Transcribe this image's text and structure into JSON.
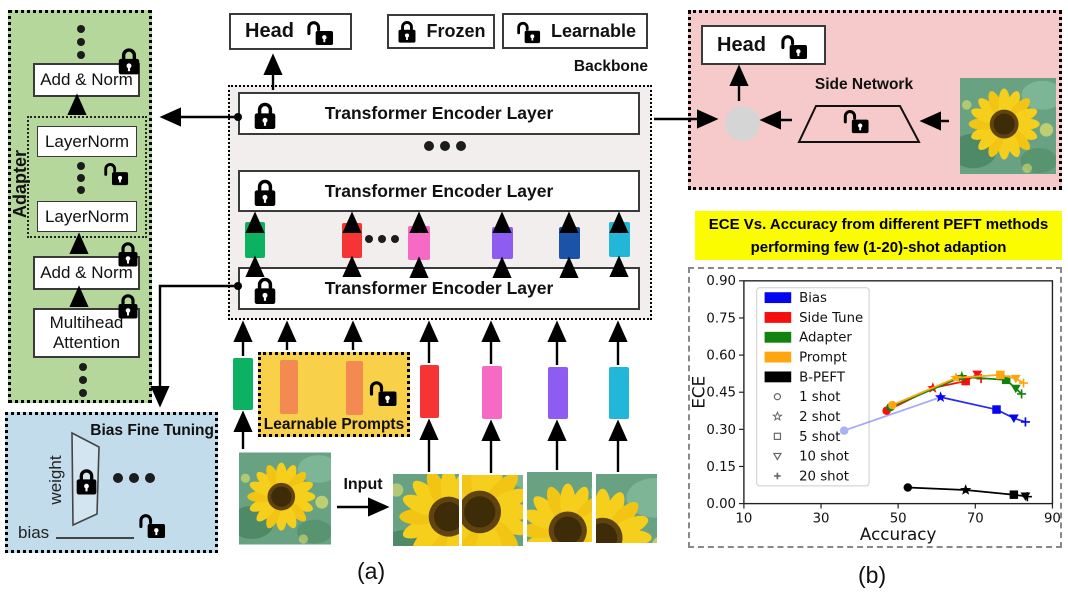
{
  "figure": {
    "caption_a": "(a)",
    "caption_b": "(b)"
  },
  "adapter_panel": {
    "title": "Adapter",
    "add_norm_top": "Add & Norm",
    "layernorm_top": "LayerNorm",
    "layernorm_bottom": "LayerNorm",
    "add_norm_bottom": "Add & Norm",
    "multihead_attention": "Multihead Attention"
  },
  "bias_panel": {
    "title": "Bias Fine Tuning",
    "weight_label": "weight",
    "bias_label": "bias"
  },
  "key": {
    "frozen": "Frozen",
    "learnable": "Learnable"
  },
  "backbone": {
    "label": "Backbone",
    "head": "Head",
    "encoder_layers": [
      "Transformer Encoder Layer",
      "Transformer Encoder Layer",
      "Transformer Encoder Layer"
    ],
    "prompts_label": "Learnable Prompts",
    "input_label": "Input"
  },
  "side_panel": {
    "head": "Head",
    "network_label": "Side Network"
  },
  "banner": {
    "line1": "ECE Vs. Accuracy from different PEFT methods",
    "line2": "performing few (1-20)-shot adaption"
  },
  "colors": {
    "adapter_panel_bg": "#b5d79c",
    "bias_panel_bg": "#c3dcec",
    "side_panel_bg": "#f6caca",
    "backbone_bg": "#f2eeee",
    "prompts_box_bg": "#f8d04a",
    "prompt_token": "#f28a52",
    "banner_bg": "#fcfc00",
    "merge_node": "#d5d5d5",
    "token_colors": [
      "#0cb261",
      "#f63434",
      "#f669c5",
      "#8f5cf2",
      "#1b53a8",
      "#22b7d9"
    ]
  },
  "chart_data": {
    "type": "line",
    "xlabel": "Accuracy",
    "ylabel": "ECE",
    "xlim": [
      10,
      90
    ],
    "ylim": [
      0,
      0.9
    ],
    "xticks": [
      10,
      30,
      50,
      70,
      90
    ],
    "yticks": [
      0,
      0.15,
      0.3,
      0.45,
      0.6,
      0.75,
      0.9
    ],
    "grid": false,
    "legend_position": "upper left",
    "shots": [
      "1 shot",
      "2 shot",
      "5 shot",
      "10 shot",
      "20 shot"
    ],
    "shot_marker_shapes": [
      "circle",
      "star",
      "square",
      "triangle-down",
      "plus"
    ],
    "series": [
      {
        "name": "Bias",
        "color": "#0505f0",
        "first_marker_color": "#a9b2f3",
        "fade_first_segment": true,
        "x": [
          36,
          61,
          75.5,
          80,
          83
        ],
        "y": [
          0.295,
          0.43,
          0.38,
          0.345,
          0.33
        ]
      },
      {
        "name": "Side Tune",
        "color": "#f50f0f",
        "x": [
          47,
          59,
          67.5,
          70.5,
          71.5
        ],
        "y": [
          0.375,
          0.467,
          0.495,
          0.522,
          0.505
        ]
      },
      {
        "name": "Adapter",
        "color": "#12820f",
        "x": [
          48,
          66.5,
          78,
          80.5,
          82
        ],
        "y": [
          0.39,
          0.512,
          0.5,
          0.465,
          0.443
        ]
      },
      {
        "name": "Prompt",
        "color": "#ffa60f",
        "x": [
          48.5,
          65,
          76.5,
          80.5,
          82.5
        ],
        "y": [
          0.398,
          0.508,
          0.52,
          0.505,
          0.487
        ]
      },
      {
        "name": "B-PEFT",
        "color": "#000000",
        "x": [
          52.5,
          67.5,
          80,
          83,
          83.5
        ],
        "y": [
          0.065,
          0.055,
          0.036,
          0.03,
          0.028
        ]
      }
    ]
  }
}
